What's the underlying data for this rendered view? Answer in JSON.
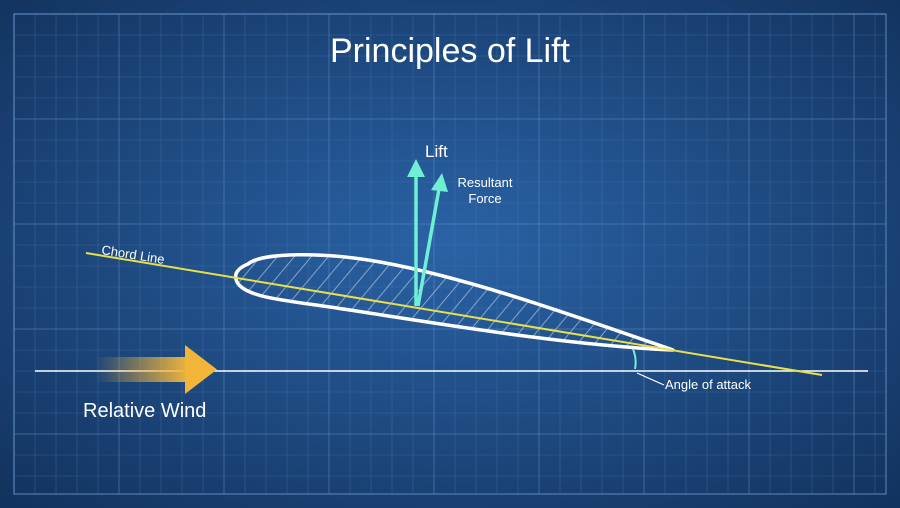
{
  "title": "Principles of Lift",
  "labels": {
    "lift": "Lift",
    "resultant_force_line1": "Resultant",
    "resultant_force_line2": "Force",
    "chord_line": "Chord Line",
    "relative_wind": "Relative Wind",
    "angle_of_attack": "Angle of attack"
  },
  "colors": {
    "background_center": "#2a63a6",
    "background_edge": "#13335f",
    "grid_minor": "#4d79b0",
    "grid_major": "#5f8ac0",
    "airfoil_outline": "#ffffff",
    "airfoil_hatch": "#c9d6e8",
    "chord_line": "#e8e04a",
    "force_arrows": "#6ff0d4",
    "relative_wind_arrow": "#f2b53a",
    "horizon_line": "#ffffff",
    "text": "#ffffff"
  },
  "icons": {
    "relative_wind": "arrow-right-icon",
    "lift": "arrow-up-icon",
    "resultant_force": "arrow-up-right-icon"
  }
}
